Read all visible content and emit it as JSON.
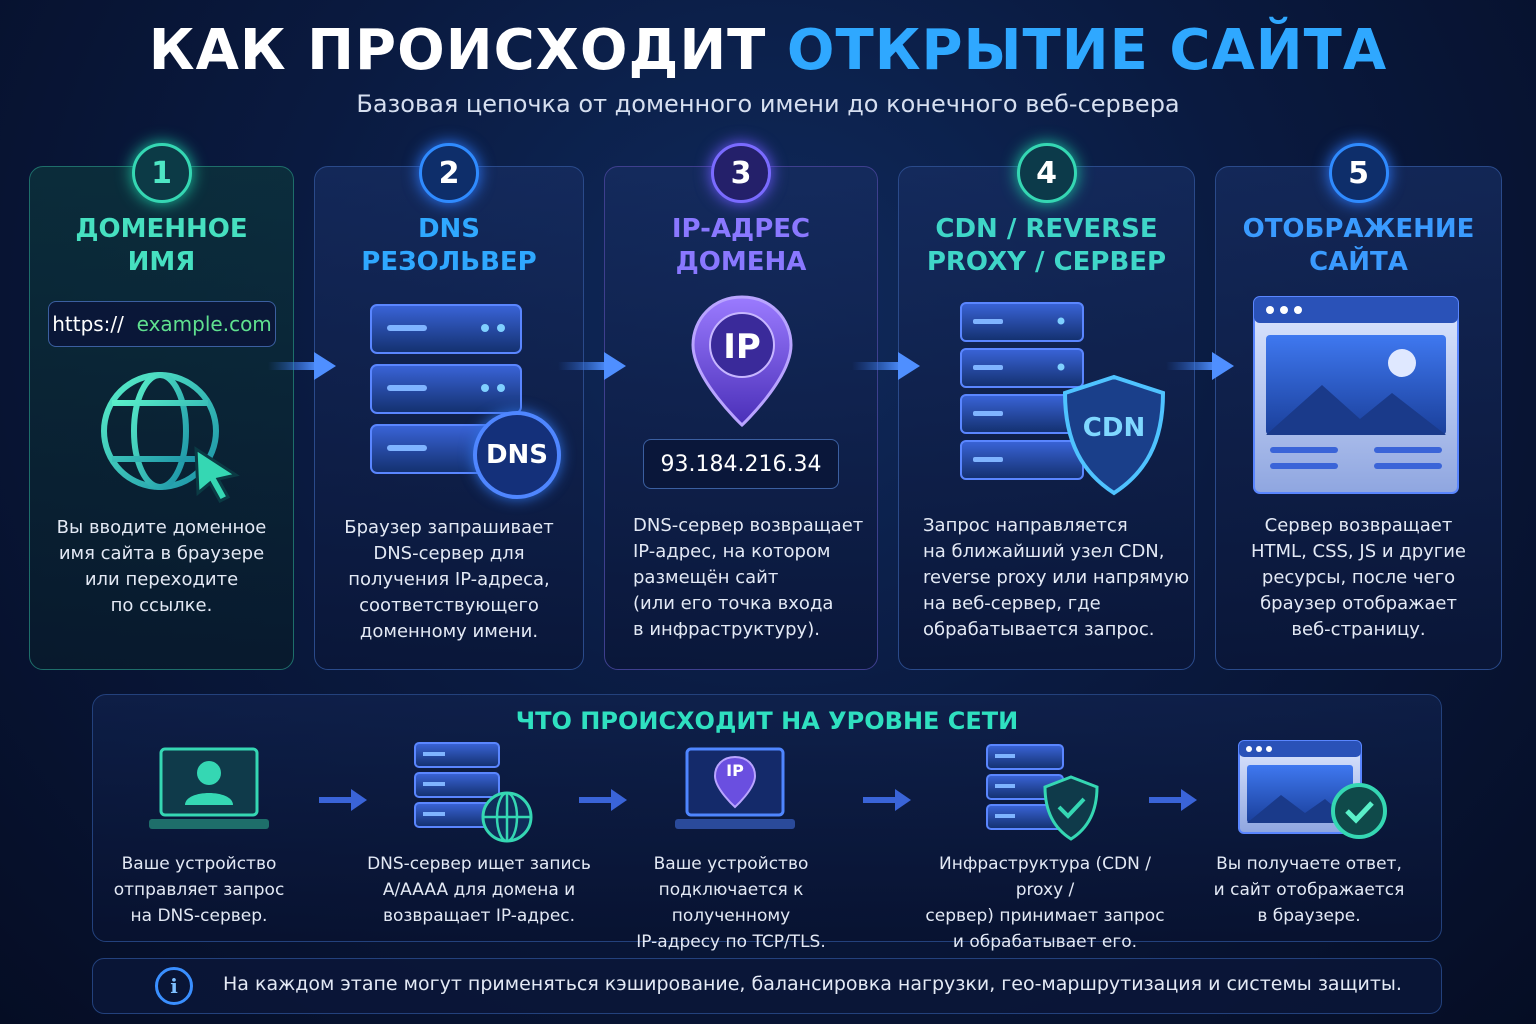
{
  "title": {
    "main": "КАК ПРОИСХОДИТ",
    "highlight": "ОТКРЫТИЕ САЙТА"
  },
  "subtitle": "Базовая цепочка от доменного имени до конечного веб-сервера",
  "steps": [
    {
      "number": "1",
      "title_line1": "ДОМЕННОЕ",
      "title_line2": "ИМЯ",
      "url_prefix": "https://",
      "url_domain": "example.com",
      "desc": [
        "Вы вводите доменное",
        "имя сайта в браузере",
        "или переходите",
        "по ссылке."
      ]
    },
    {
      "number": "2",
      "title_line1": "DNS",
      "title_line2": "РЕЗОЛЬВЕР",
      "badge": "DNS",
      "desc": [
        "Браузер запрашивает",
        "DNS-сервер для",
        "получения IP-адреса,",
        "соответствующего",
        "доменному имени."
      ]
    },
    {
      "number": "3",
      "title_line1": "IP-АДРЕС",
      "title_line2": "ДОМЕНА",
      "pin_label": "IP",
      "ip": "93.184.216.34",
      "desc": [
        "DNS-сервер возвращает",
        "IP-адрес, на котором",
        "размещён сайт",
        "(или его точка входа",
        "в инфраструктуру)."
      ]
    },
    {
      "number": "4",
      "title_line1": "CDN / REVERSE",
      "title_line2": "PROXY / СЕРВЕР",
      "badge": "CDN",
      "desc": [
        "Запрос направляется",
        "на ближайший узел CDN,",
        "reverse proxy или напрямую",
        "на веб-сервер, где",
        "обрабатывается запрос."
      ]
    },
    {
      "number": "5",
      "title_line1": "ОТОБРАЖЕНИЕ",
      "title_line2": "САЙТА",
      "desc": [
        "Сервер возвращает",
        "HTML, CSS, JS и другие",
        "ресурсы, после чего",
        "браузер отображает",
        "веб-страницу."
      ]
    }
  ],
  "network": {
    "title": "ЧТО ПРОИСХОДИТ НА УРОВНЕ СЕТИ",
    "items": [
      {
        "desc": [
          "Ваше устройство",
          "отправляет запрос",
          "на DNS-сервер."
        ]
      },
      {
        "desc": [
          "DNS-сервер ищет запись",
          "A/AAAA для домена и",
          "возвращает IP-адрес."
        ]
      },
      {
        "pin_label": "IP",
        "desc": [
          "Ваше устройство",
          "подключается к полученному",
          "IP-адресу по TCP/TLS."
        ]
      },
      {
        "desc": [
          "Инфраструктура (CDN / proxy /",
          "сервер) принимает запрос",
          "и обрабатывает его."
        ]
      },
      {
        "desc": [
          "Вы получаете ответ,",
          "и сайт отображается",
          "в браузере."
        ]
      }
    ]
  },
  "info": {
    "icon_glyph": "i",
    "text": "На каждом этапе могут применяться кэширование, балансировка нагрузки, гео-маршрутизация и системы защиты."
  },
  "colors": {
    "teal": "#35d7b3",
    "blue": "#2fa8ff",
    "violet": "#8a6bff",
    "accent": "#2f6fe0"
  }
}
